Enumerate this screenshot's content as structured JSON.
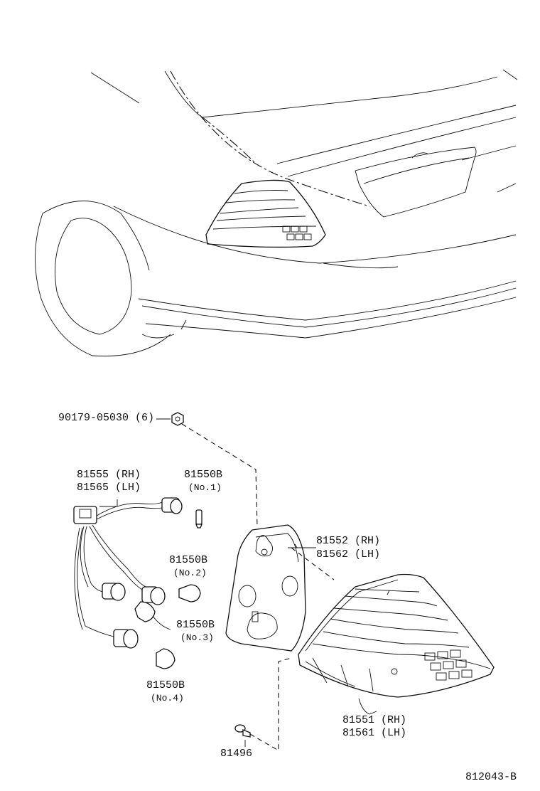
{
  "labels": {
    "nut": "90179-05030 (6)",
    "socket_rh": "81555 (RH)",
    "socket_lh": "81565 (LH)",
    "bulb1_part": "81550B",
    "bulb1_no": "(No.1)",
    "bulb2_part": "81550B",
    "bulb2_no": "(No.2)",
    "bulb3_part": "81550B",
    "bulb3_no": "(No.3)",
    "bulb4_part": "81550B",
    "bulb4_no": "(No.4)",
    "gasket_rh": "81552 (RH)",
    "gasket_lh": "81562 (LH)",
    "lamp_rh": "81551 (RH)",
    "lamp_lh": "81561 (LH)",
    "screw": "81496",
    "drawing_id": "812043-B"
  }
}
